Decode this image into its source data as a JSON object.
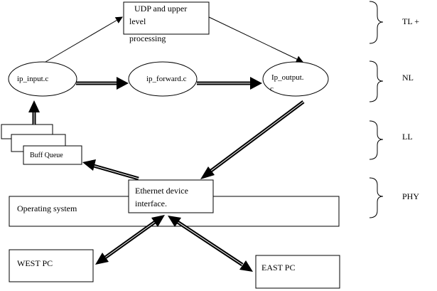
{
  "diagram": {
    "nodes": {
      "udp": {
        "line1": "UDP and upper",
        "line2": "level",
        "line3": "processing"
      },
      "ip_input": {
        "label": "ip_input.c"
      },
      "ip_forward": {
        "label": "ip_forward.c"
      },
      "ip_output": {
        "line1": "Ip_output.",
        "line2": "c"
      },
      "buff_queue": {
        "label": "Buff Queue"
      },
      "os": {
        "label": "Operating system"
      },
      "ethernet": {
        "line1": "Ethernet device",
        "line2": "interface."
      },
      "west_pc": {
        "label": "WEST PC"
      },
      "east_pc": {
        "label": "EAST PC"
      }
    },
    "layers": {
      "tl": "TL +",
      "nl": "NL",
      "ll": "LL",
      "phy": "PHY"
    }
  }
}
